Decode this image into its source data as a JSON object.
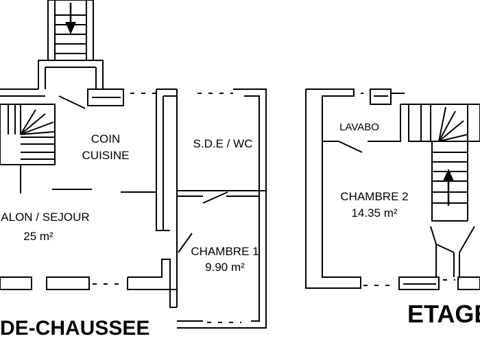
{
  "rooms": {
    "coin_cuisine": {
      "line1": "COIN",
      "line2": "CUISINE"
    },
    "sde_wc": {
      "label": "S.D.E / WC"
    },
    "salon_sejour": {
      "label": "ALON / SEJOUR",
      "area": "25 m²"
    },
    "chambre1": {
      "label": "CHAMBRE 1",
      "area": "9.90 m²"
    },
    "lavabo": {
      "label": "LAVABO"
    },
    "chambre2": {
      "label": "CHAMBRE 2",
      "area": "14.35 m²"
    }
  },
  "floors": {
    "ground": "DE-CHAUSSEE",
    "upper": "ETAGE"
  },
  "colors": {
    "line": "#000000",
    "background": "#ffffff"
  }
}
